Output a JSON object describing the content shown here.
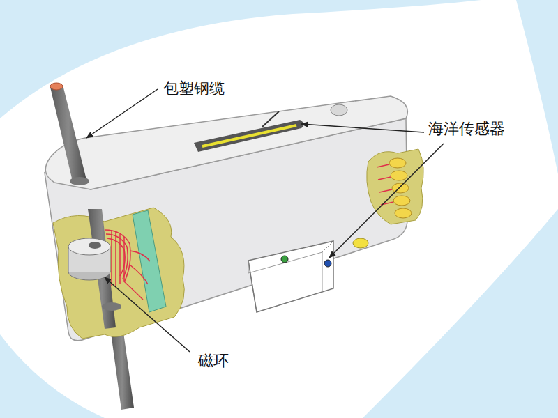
{
  "diagram": {
    "labels": [
      "包塑钢缆",
      "海洋传感器",
      "磁环"
    ]
  }
}
